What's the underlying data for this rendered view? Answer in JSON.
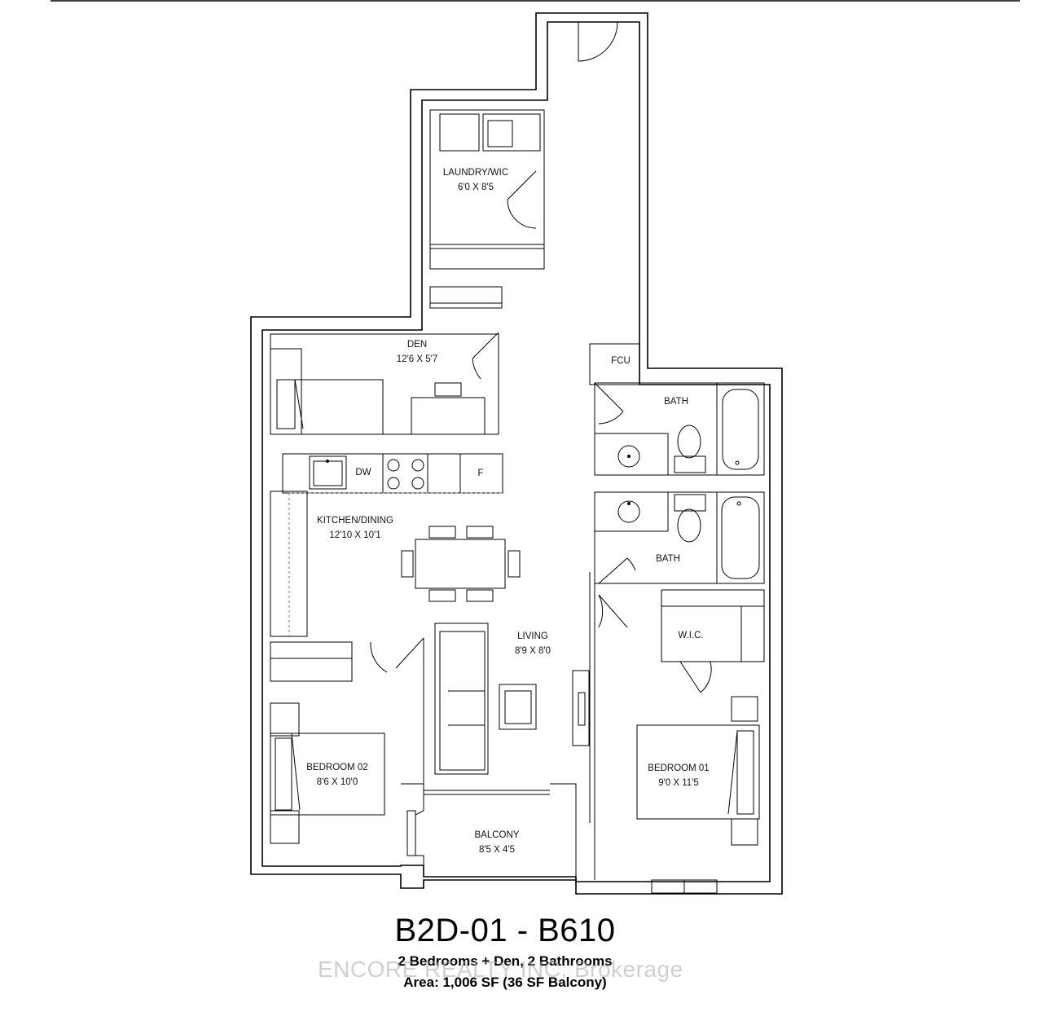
{
  "rooms": {
    "laundry": {
      "name": "LAUNDRY/WIC",
      "dims": "6'0 X 8'5"
    },
    "den": {
      "name": "DEN",
      "dims": "12'6 X 5'7"
    },
    "fcu": {
      "name": "FCU"
    },
    "bath1": {
      "name": "BATH"
    },
    "bath2": {
      "name": "BATH"
    },
    "dw": {
      "name": "DW"
    },
    "fridge": {
      "name": "F"
    },
    "kitchen": {
      "name": "KITCHEN/DINING",
      "dims": "12'10 X 10'1"
    },
    "living": {
      "name": "LIVING",
      "dims": "8'9 X 8'0"
    },
    "wic": {
      "name": "W.I.C."
    },
    "bedroom2": {
      "name": "BEDROOM 02",
      "dims": "8'6 X 10'0"
    },
    "bedroom1": {
      "name": "BEDROOM 01",
      "dims": "9'0 X 11'5"
    },
    "balcony": {
      "name": "BALCONY",
      "dims": "8'5 X 4'5"
    }
  },
  "unit": {
    "title": "B2D-01 - B610",
    "subtitle": "2 Bedrooms + Den, 2 Bathrooms",
    "area": "Area: 1,006 SF (36 SF Balcony)"
  },
  "watermark": "ENCORE REALTY INC. Brokerage"
}
